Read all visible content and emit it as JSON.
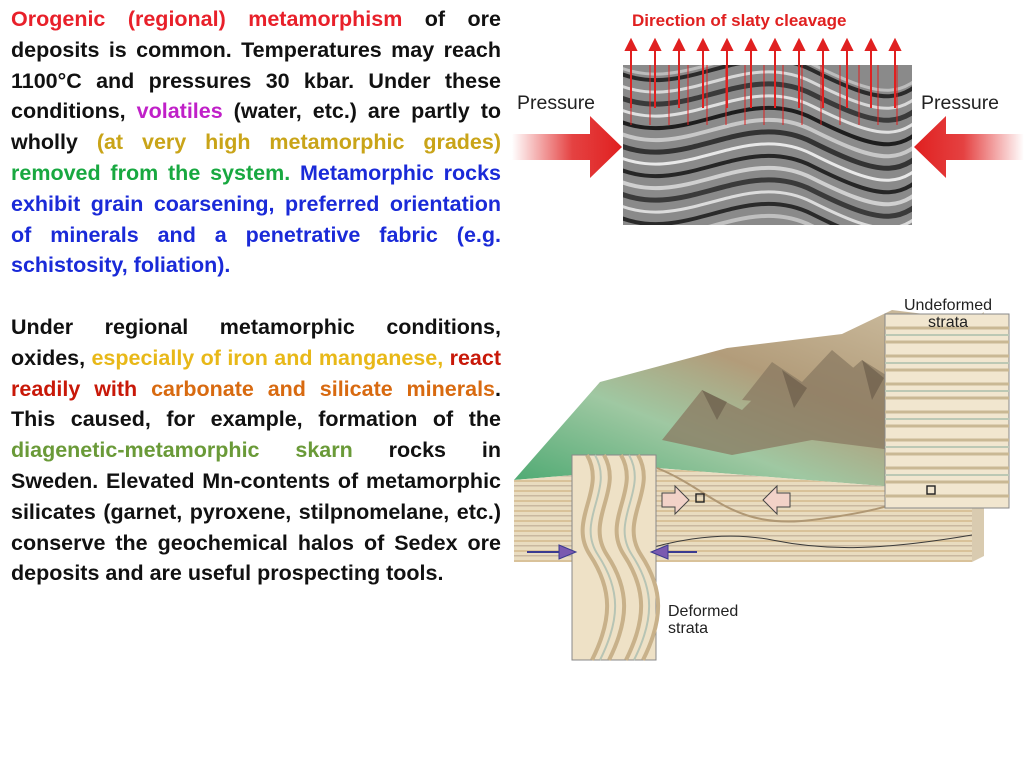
{
  "paragraph1": {
    "s1": "Orogenic (regional) metamorphism",
    "s2": " of ore deposits is common. Temperatures may reach 1100°C and pressures 30 kbar. Under these conditions, ",
    "s3": "volatiles",
    "s4": " (water, etc.) are partly to wholly ",
    "s5": "(at very high metamorphic grades)",
    "s6": " ",
    "s7": "removed from the system.",
    "s8": " ",
    "s9": "Metamorphic rocks exhibit grain coarsening, preferred orientation of minerals and a penetrative fabric (e.g. schistosity, foliation)."
  },
  "paragraph2": {
    "s1": "Under regional metamorphic conditions, oxides, ",
    "s2": "especially of iron and manganese,",
    "s3": " ",
    "s4": "react readily with",
    "s5": " ",
    "s6": "carbonate and silicate minerals",
    "s7": ". This caused, for example, formation of the ",
    "s8": "diagenetic-metamorphic skarn",
    "s9": " rocks in Sweden. Elevated Mn-contents of metamorphic silicates (garnet, pyroxene, stilpnomelane, etc.) conserve the geochemical halos of Sedex ore deposits and are useful prospecting tools."
  },
  "figure_cleavage": {
    "title": "Direction of slaty cleavage",
    "left_label": "Pressure",
    "right_label": "Pressure"
  },
  "figure_block": {
    "undeformed_label": "Undeformed strata",
    "deformed_label": "Deformed strata"
  },
  "colors": {
    "red": "#e8202a",
    "magenta": "#c020c8",
    "olive": "#c9a418",
    "green": "#18a840",
    "blue": "#1a2ad8",
    "orange": "#d86a10",
    "sage": "#6a9a38"
  }
}
